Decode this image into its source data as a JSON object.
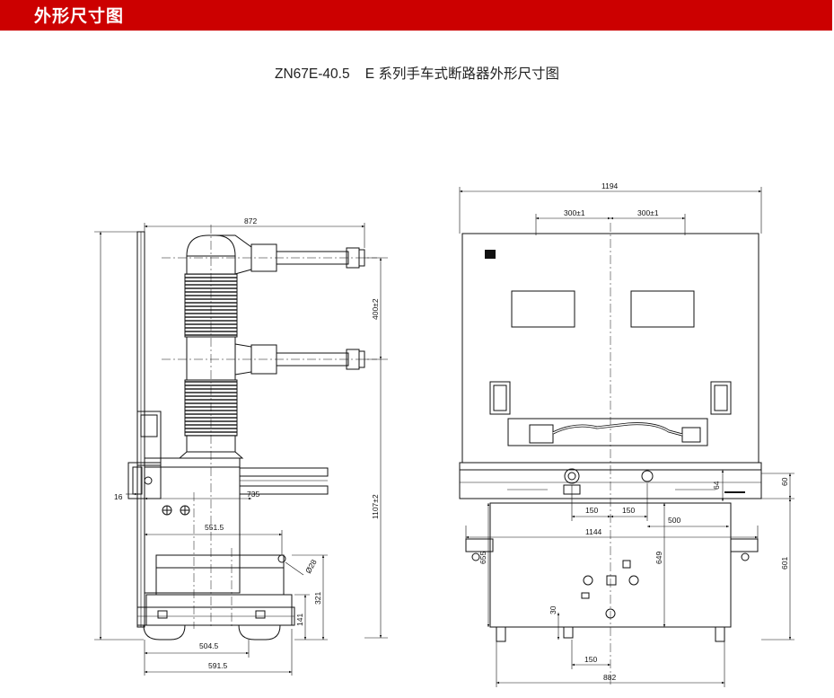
{
  "header": {
    "title": "外形尺寸图",
    "bar_color": "#cc0000"
  },
  "diagram": {
    "title": "ZN67E-40.5    E 系列手车式断路器外形尺寸图",
    "side_view": {
      "dims": {
        "width_872": "872",
        "pitch_400": "400±2",
        "height_1107": "1107±2",
        "d_735": "735",
        "d_16": "16",
        "d_551": "551.5",
        "d_28": "Ø28",
        "d_321": "321",
        "d_141": "141",
        "d_504": "504.5",
        "d_591": "591.5"
      }
    },
    "front_view": {
      "dims": {
        "width_1194": "1194",
        "offset_left": "300±1",
        "offset_right": "300±1",
        "d_60": "60",
        "d_64": "64",
        "d_150a": "150",
        "d_150b": "150",
        "d_500": "500",
        "d_1144": "1144",
        "d_655": "655",
        "d_649": "649",
        "d_601": "601",
        "d_30": "30",
        "d_150c": "150",
        "d_882": "882"
      }
    }
  }
}
